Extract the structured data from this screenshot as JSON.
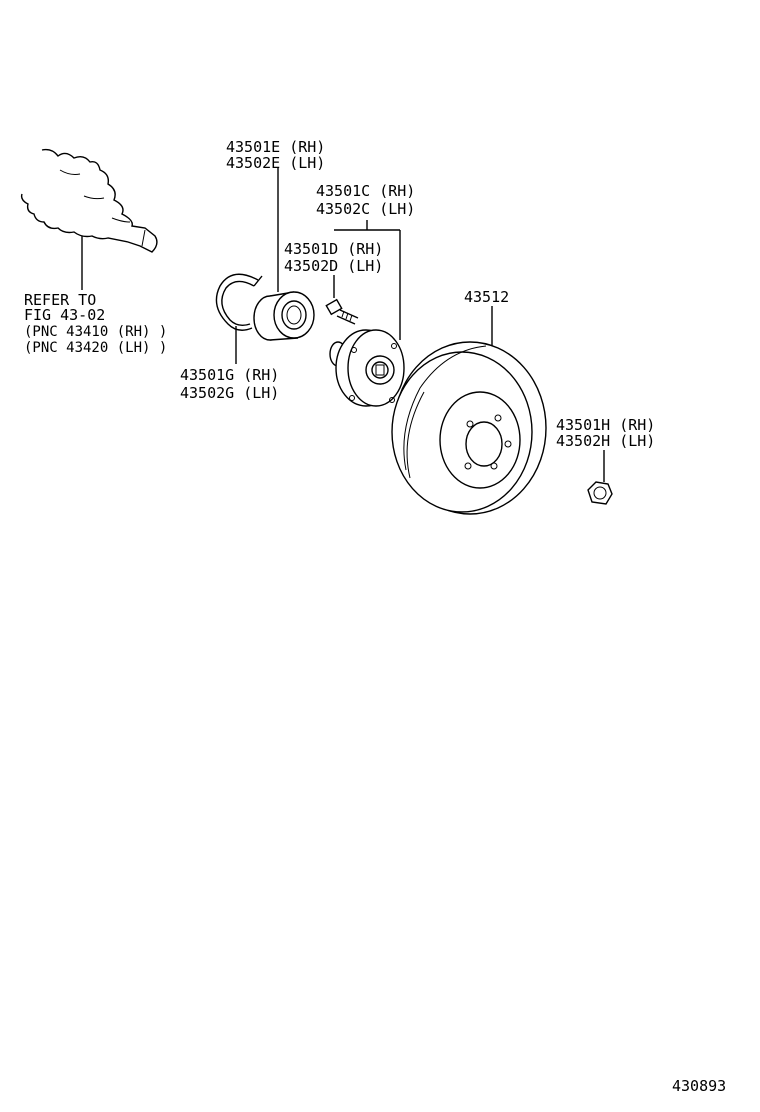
{
  "diagram": {
    "figure_number": "430893",
    "reference": {
      "line1": "REFER TO",
      "line2": "FIG 43-02",
      "line3": "(PNC  43410 (RH) )",
      "line4": "(PNC  43420 (LH) )"
    },
    "parts": {
      "bearing": {
        "rh": "43501E (RH)",
        "lh": "43502E (LH)"
      },
      "hub": {
        "rh": "43501C (RH)",
        "lh": "43502C (LH)"
      },
      "hub_bolt": {
        "rh": "43501D (RH)",
        "lh": "43502D (LH)"
      },
      "snap_ring": {
        "rh": "43501G (RH)",
        "lh": "43502G (LH)"
      },
      "disc": {
        "label": "43512"
      },
      "nut": {
        "rh": "43501H (RH)",
        "lh": "43502H (LH)"
      }
    }
  }
}
